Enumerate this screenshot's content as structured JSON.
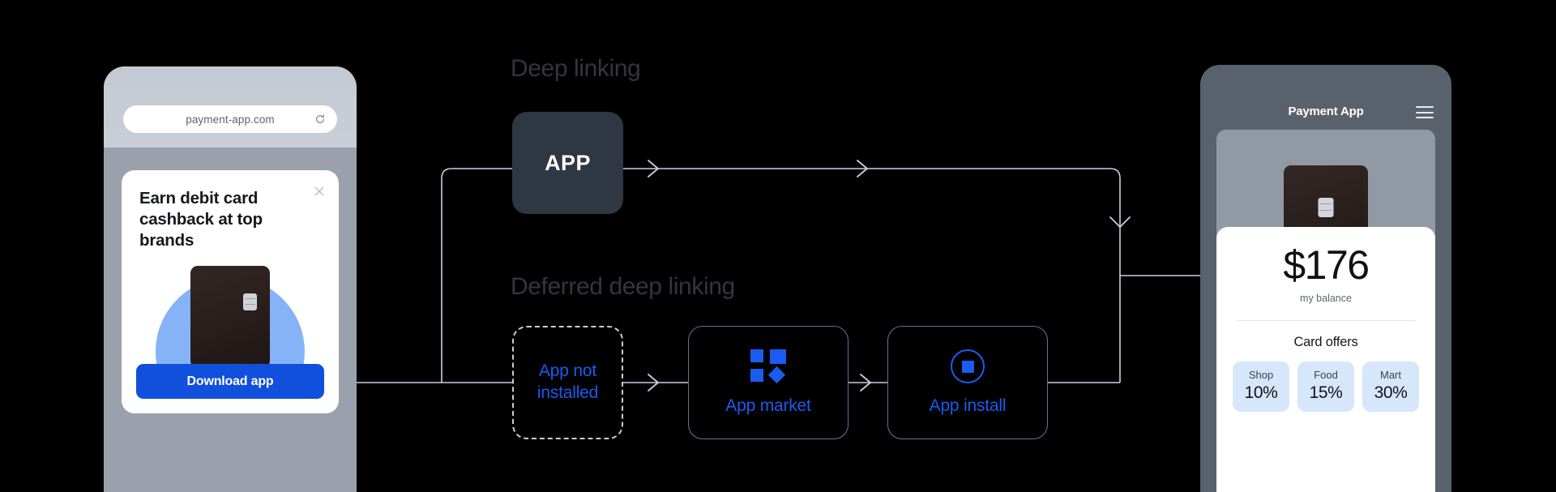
{
  "left_phone": {
    "url": "payment-app.com",
    "reload_icon": "refresh-icon",
    "promo": {
      "title": "Earn debit card cashback at top brands",
      "close_icon": "close-icon",
      "card_art": "debit-card-illustration",
      "cta_label": "Download app",
      "cta_color": "#1050dc"
    }
  },
  "diagram": {
    "sections": [
      {
        "label": "Deep linking"
      },
      {
        "label": "Deferred deep linking"
      }
    ],
    "nodes": {
      "app": {
        "label": "APP",
        "bg": "#2f3742"
      },
      "not_installed": {
        "label": "App not installed",
        "style": "dashed",
        "color": "#1a5cf0"
      },
      "app_market": {
        "label": "App market",
        "icon": "app-grid-icon",
        "color": "#1a5cf0"
      },
      "app_install": {
        "label": "App install",
        "icon": "install-target-icon",
        "color": "#1a5cf0"
      }
    },
    "wire_color": "#c9cfdc"
  },
  "right_phone": {
    "title": "Payment App",
    "menu_icon": "hamburger-menu-icon",
    "card_art": "debit-card-illustration",
    "balance": "$176",
    "balance_label": "my balance",
    "offers_title": "Card offers",
    "offers": [
      {
        "name": "Shop",
        "value": "10%"
      },
      {
        "name": "Food",
        "value": "15%"
      },
      {
        "name": "Mart",
        "value": "30%"
      }
    ],
    "tile_color": "#d6e6fb"
  }
}
